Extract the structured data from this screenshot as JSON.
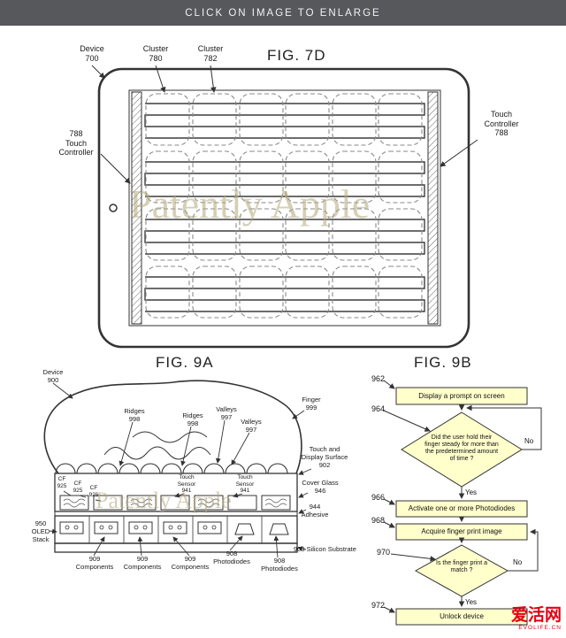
{
  "banner": {
    "text": "CLICK ON IMAGE TO ENLARGE"
  },
  "colors": {
    "banner_bg": "#57585b",
    "flow_fill": "#ffffcc",
    "line": "#333333",
    "watermark": "#b3a87c",
    "logo_red": "#e60012"
  },
  "watermark_text": "Patently Apple",
  "fig7d": {
    "title": "FIG. 7D",
    "labels": {
      "device": "Device\n700",
      "cluster_a": "Cluster\n780",
      "cluster_b": "Cluster\n782",
      "controller_left": "788\nTouch\nController",
      "controller_right": "Touch\nController\n788"
    }
  },
  "fig9a": {
    "title": "FIG. 9A",
    "labels": {
      "device": "Device\n900",
      "ridges_a": "Ridges\n998",
      "ridges_b": "Ridges\n998",
      "valleys_a": "Valleys\n997",
      "valleys_b": "Valleys\n997",
      "finger": "Finger\n999",
      "surface": "Touch and\nDisplay Surface\n902",
      "cover_glass": "Cover Glass\n946",
      "adhesive": "944\nAdhesive",
      "touch_sensor_a": "Touch\nSensor\n941",
      "touch_sensor_b": "Touch\nSensor\n941",
      "cf_a": "CF\n925",
      "cf_b": "CF\n925",
      "cf_c": "CF\n925",
      "oled": "950\nOLED\nStack",
      "components_a": "909\nComponents",
      "components_b": "909\nComponents",
      "components_c": "909\nComponents",
      "photodiodes_a": "908\nPhotodiodes",
      "photodiodes_b": "908\nPhotodiodes",
      "substrate": "903 Silicon Substrate"
    }
  },
  "fig9b": {
    "title": "FIG. 9B",
    "steps": [
      {
        "ref": "962",
        "text": "Display a prompt on screen"
      },
      {
        "ref": "964",
        "text": "Did the user hold their finger steady for more than the predetermined amount of time ?"
      },
      {
        "ref": "966",
        "text": "Activate one or more Photodiodes"
      },
      {
        "ref": "968",
        "text": "Acquire finger print image"
      },
      {
        "ref": "970",
        "text": "Is the finger print a match ?"
      },
      {
        "ref": "972",
        "text": "Unlock device"
      }
    ],
    "branches": {
      "no1": "No",
      "yes1": "Yes",
      "no2": "No",
      "yes2": "Yes"
    }
  },
  "site_logo": {
    "cn": "爱活网",
    "en": "EVOLIFE.CN"
  }
}
